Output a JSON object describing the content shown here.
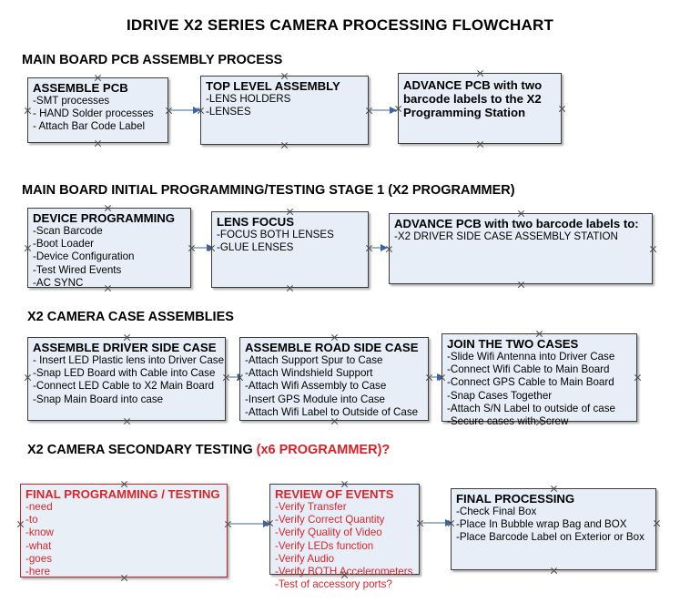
{
  "document": {
    "title": "IDRIVE X2  SERIES CAMERA PROCESSING FLOWCHART"
  },
  "colors": {
    "box_fill": "#e8eef7",
    "box_border": "#3b3b3b",
    "red_accent": "#d8262c",
    "connector": "#9bb3cc",
    "arrowhead": "#3a63a8"
  },
  "sections": [
    {
      "header": "MAIN BOARD PCB ASSEMBLY PROCESS",
      "header_suffix": "",
      "nodes": [
        {
          "title": "ASSEMBLE PCB",
          "lines": [
            "-SMT processes",
            "- HAND Solder processes",
            "- Attach Bar Code Label"
          ]
        },
        {
          "title": "TOP LEVEL ASSEMBLY",
          "lines": [
            "-LENS HOLDERS",
            "-LENSES"
          ]
        },
        {
          "title": "ADVANCE PCB with two barcode labels to the  X2 Programming Station",
          "lines": []
        }
      ]
    },
    {
      "header": "MAIN BOARD INITIAL PROGRAMMING/TESTING STAGE 1 (X2 PROGRAMMER)",
      "header_suffix": "",
      "nodes": [
        {
          "title": "DEVICE PROGRAMMING",
          "lines": [
            "-Scan Barcode",
            "-Boot Loader",
            "-Device Configuration",
            "-Test Wired Events",
            "-AC SYNC"
          ]
        },
        {
          "title": "LENS FOCUS",
          "lines": [
            "-FOCUS BOTH LENSES",
            "-GLUE LENSES"
          ]
        },
        {
          "title": "ADVANCE PCB with two barcode labels to:",
          "lines": [
            "-X2 DRIVER  SIDE  CASE  ASSEMBLY STATION"
          ]
        }
      ]
    },
    {
      "header": "X2 CAMERA CASE ASSEMBLIES",
      "header_suffix": "",
      "nodes": [
        {
          "title": "ASSEMBLE DRIVER SIDE CASE",
          "lines": [
            "- Insert LED Plastic lens into Driver Case",
            "-Snap LED Board with Cable into Case",
            "-Connect LED Cable to X2 Main Board",
            "-Snap Main Board into case"
          ]
        },
        {
          "title": "ASSEMBLE ROAD SIDE CASE",
          "lines": [
            "-Attach Support Spur to Case",
            "-Attach Windshield Support",
            "-Attach Wifi Assembly to Case",
            "-Insert GPS Module into Case",
            "-Attach Wifi Label to Outside of Case"
          ]
        },
        {
          "title": "JOIN THE TWO CASES",
          "lines": [
            "-Slide Wifi Antenna into Driver Case",
            "-Connect Wifi Cable to Main Board",
            "-Connect GPS Cable to Main Board",
            "-Snap Cases Together",
            "-Attach S/N Label to outside of case",
            "-Secure cases with Screw"
          ]
        }
      ]
    },
    {
      "header": "X2 CAMERA SECONDARY TESTING ",
      "header_suffix": "(x6 PROGRAMMER)?",
      "nodes": [
        {
          "title": "FINAL PROGRAMMING / TESTING",
          "lines": [
            "-need",
            "-to",
            "-know",
            "-what",
            "-goes",
            "-here"
          ]
        },
        {
          "title": "REVIEW OF EVENTS",
          "lines": [
            "-Verify Transfer",
            "-Verify Correct Quantity",
            "-Verify Quality of Video",
            "-Verify LEDs function",
            "-Verify Audio",
            "-Verify BOTH Accelerometers",
            "-Test of accessory ports?"
          ]
        },
        {
          "title": "FINAL PROCESSING",
          "lines": [
            "-Check Final Box",
            "-Place In Bubble wrap Bag and BOX",
            "-Place Barcode Label on Exterior or Box"
          ]
        }
      ]
    }
  ]
}
